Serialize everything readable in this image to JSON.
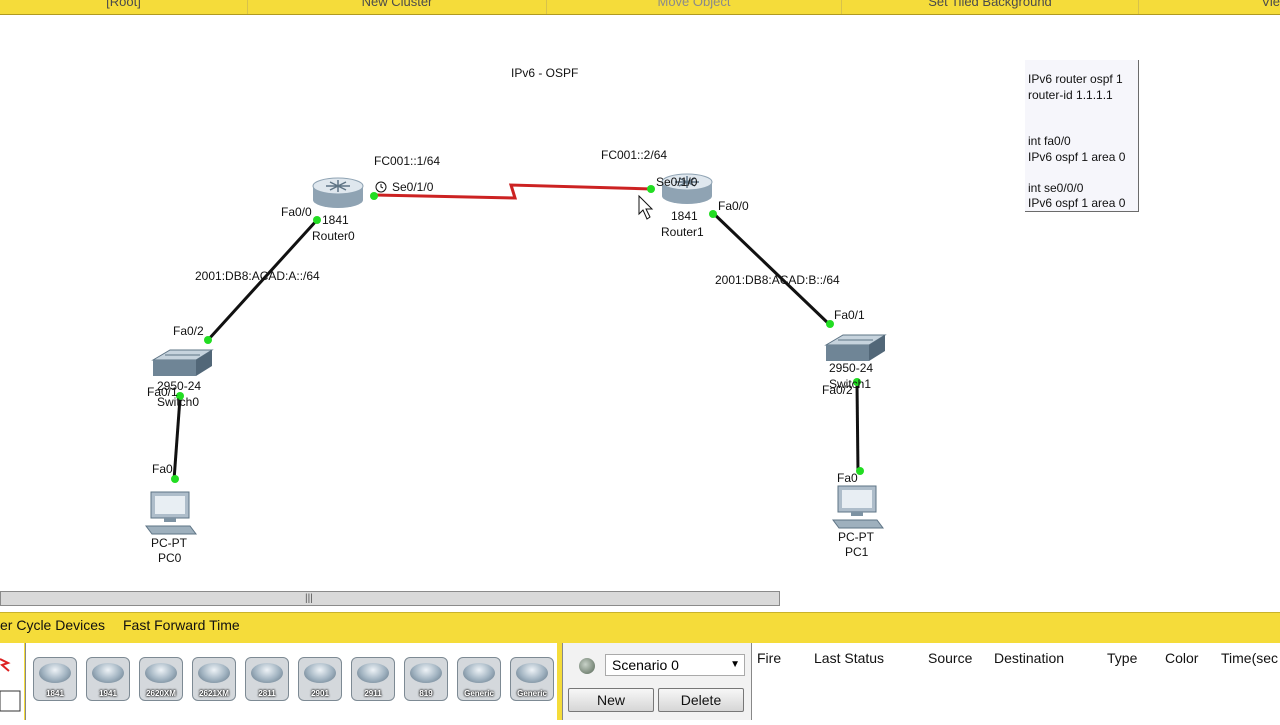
{
  "top_toolbar": {
    "items": [
      "[Root]",
      "New Cluster",
      "Move Object",
      "Set Tiled Background",
      "Vie"
    ]
  },
  "topology": {
    "title": "IPv6 - OSPF",
    "routers": [
      {
        "model": "1841",
        "name": "Router0"
      },
      {
        "model": "1841",
        "name": "Router1"
      }
    ],
    "switches": [
      {
        "model": "2950-24",
        "name": "Switch0"
      },
      {
        "model": "2950-24",
        "name": "Switch1"
      }
    ],
    "pcs": [
      {
        "model": "PC-PT",
        "name": "PC0"
      },
      {
        "model": "PC-PT",
        "name": "PC1"
      }
    ],
    "interfaces": {
      "r0_se": "Se0/1/0",
      "r0_fa": "Fa0/0",
      "r1_se": "Se0/1/0",
      "r1_fa": "Fa0/0",
      "sw0_up": "Fa0/2",
      "sw0_down": "Fa0/1",
      "sw1_up": "Fa0/1",
      "sw1_down": "Fa0/2",
      "pc0": "Fa0",
      "pc1": "Fa0"
    },
    "addresses": {
      "serial_r0": "FC001::1/64",
      "serial_r1": "FC001::2/64",
      "lan_a": "2001:DB8:ACAD:A::/64",
      "lan_b": "2001:DB8:ACAD:B::/64"
    },
    "link_colors": {
      "serial": "#cc2222",
      "ethernet": "#111111",
      "link_up": "#22dd22"
    }
  },
  "note": {
    "lines": [
      "IPv6 router ospf 1",
      "router-id 1.1.1.1",
      "",
      "",
      "int fa0/0",
      "IPv6 ospf 1 area 0",
      "",
      "int se0/0/0",
      "IPv6 ospf 1 area 0"
    ]
  },
  "bottom_toolbar": {
    "cycle_devices": "er Cycle Devices",
    "fast_forward": "Fast Forward Time"
  },
  "device_tray": [
    "1841",
    "1941",
    "2620XM",
    "2621XM",
    "2811",
    "2901",
    "2911",
    "819",
    "Generic",
    "Generic"
  ],
  "scenario": {
    "selected": "Scenario 0",
    "new_label": "New",
    "delete_label": "Delete"
  },
  "pdu_table": {
    "headers": [
      "Fire",
      "Last Status",
      "Source",
      "Destination",
      "Type",
      "Color",
      "Time(sec"
    ]
  }
}
